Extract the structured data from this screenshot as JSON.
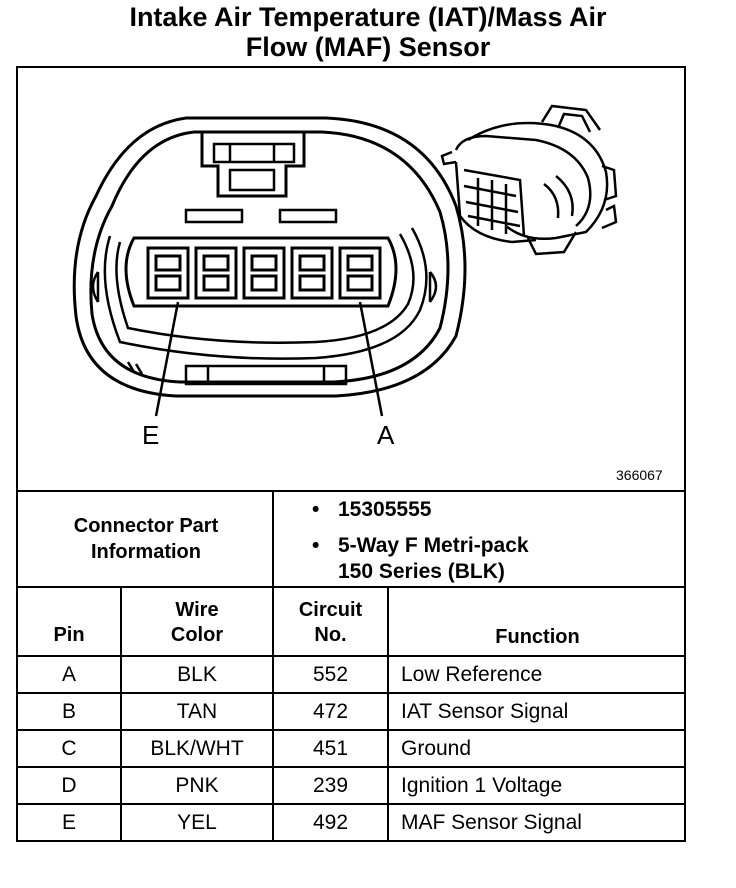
{
  "title": {
    "line1": "Intake Air Temperature (IAT)/Mass Air",
    "line2": "Flow (MAF) Sensor"
  },
  "diagram": {
    "pin_left_label": "E",
    "pin_right_label": "A",
    "figure_id": "366067"
  },
  "connector_info": {
    "label_line1": "Connector Part",
    "label_line2": "Information",
    "items": [
      "15305555",
      "5-Way F Metri-pack",
      "150 Series (BLK)"
    ]
  },
  "table": {
    "headers": {
      "pin": "Pin",
      "wire_color_1": "Wire",
      "wire_color_2": "Color",
      "circuit_1": "Circuit",
      "circuit_2": "No.",
      "function": "Function"
    },
    "rows": [
      {
        "pin": "A",
        "wire": "BLK",
        "circuit": "552",
        "function": "Low Reference"
      },
      {
        "pin": "B",
        "wire": "TAN",
        "circuit": "472",
        "function": "IAT Sensor Signal"
      },
      {
        "pin": "C",
        "wire": "BLK/WHT",
        "circuit": "451",
        "function": "Ground"
      },
      {
        "pin": "D",
        "wire": "PNK",
        "circuit": "239",
        "function": "Ignition 1 Voltage"
      },
      {
        "pin": "E",
        "wire": "YEL",
        "circuit": "492",
        "function": "MAF Sensor Signal"
      }
    ]
  }
}
